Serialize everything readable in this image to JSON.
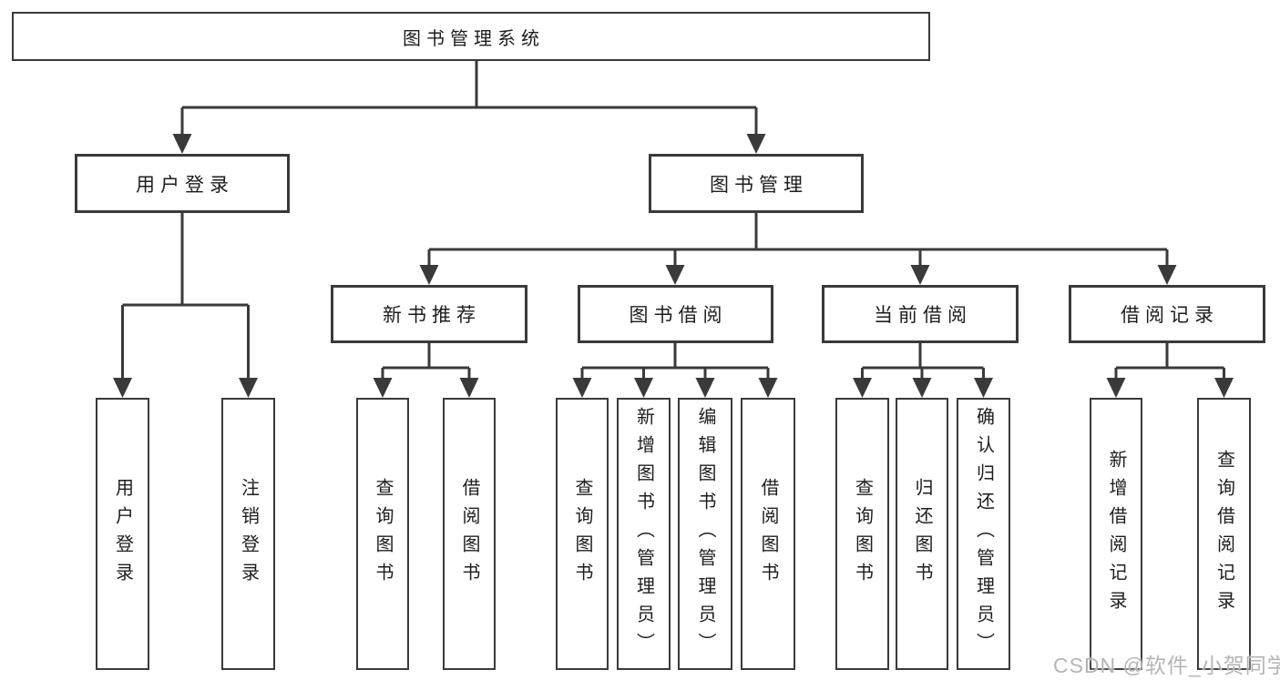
{
  "tree": {
    "label": "图书管理系统",
    "children": [
      {
        "label": "用户登录",
        "children": [
          {
            "label": "用户登录"
          },
          {
            "label": "注销登录"
          }
        ]
      },
      {
        "label": "图书管理",
        "children": [
          {
            "label": "新书推荐",
            "children": [
              {
                "label": "查询图书"
              },
              {
                "label": "借阅图书"
              }
            ]
          },
          {
            "label": "图书借阅",
            "children": [
              {
                "label": "查询图书"
              },
              {
                "label": "新增图书（管理员）"
              },
              {
                "label": "编辑图书（管理员）"
              },
              {
                "label": "借阅图书"
              }
            ]
          },
          {
            "label": "当前借阅",
            "children": [
              {
                "label": "查询图书"
              },
              {
                "label": "归还图书"
              },
              {
                "label": "确认归还（管理员）"
              }
            ]
          },
          {
            "label": "借阅记录",
            "children": [
              {
                "label": "新增借阅记录"
              },
              {
                "label": "查询借阅记录"
              }
            ]
          }
        ]
      }
    ]
  },
  "watermark": {
    "text": "CSDN @软件_小贺同学"
  },
  "colors": {
    "line": "#3a3a3a",
    "text": "#1d1d1d",
    "background": "#ffffff",
    "watermark": "#b5b5b5"
  }
}
